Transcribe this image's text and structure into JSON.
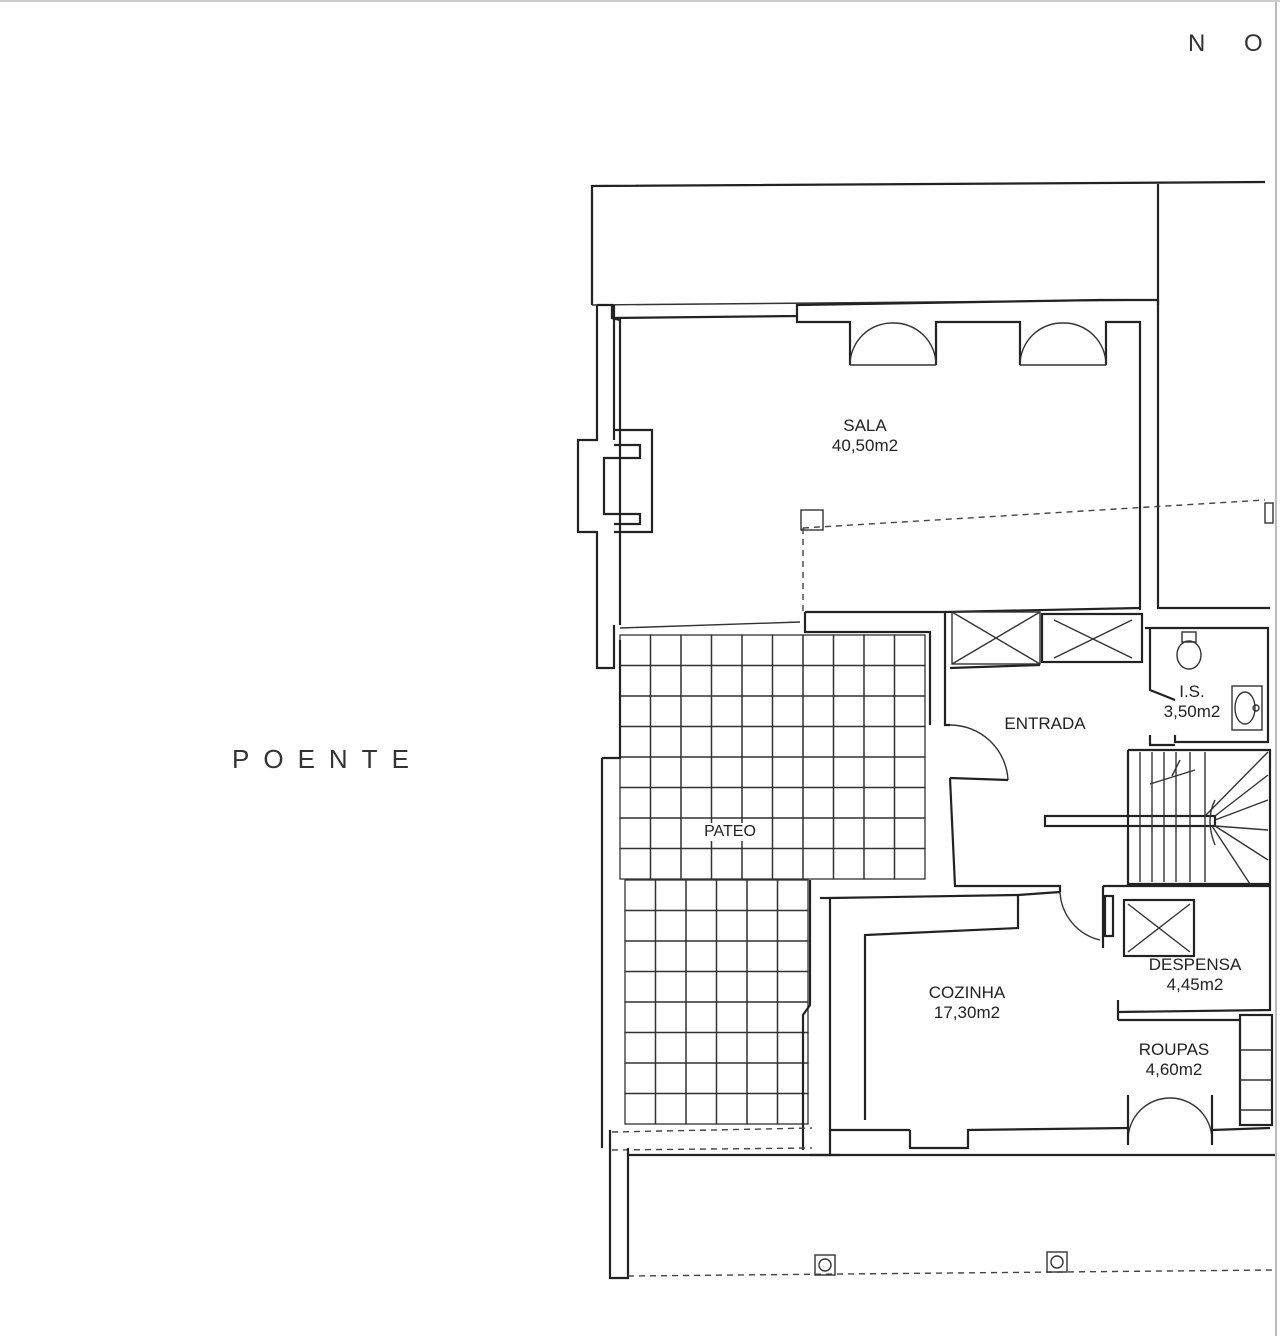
{
  "orientation": {
    "west": "POENTE",
    "northwest": "N O"
  },
  "rooms": {
    "sala": {
      "name": "SALA",
      "area": "40,50m2"
    },
    "entrada": {
      "name": "ENTRADA"
    },
    "is": {
      "name": "I.S.",
      "area": "3,50m2"
    },
    "pateo": {
      "name": "PATEO"
    },
    "cozinha": {
      "name": "COZINHA",
      "area": "17,30m2"
    },
    "despensa": {
      "name": "DESPENSA",
      "area": "4,45m2"
    },
    "roupas": {
      "name": "ROUPAS",
      "area": "4,60m2"
    }
  }
}
